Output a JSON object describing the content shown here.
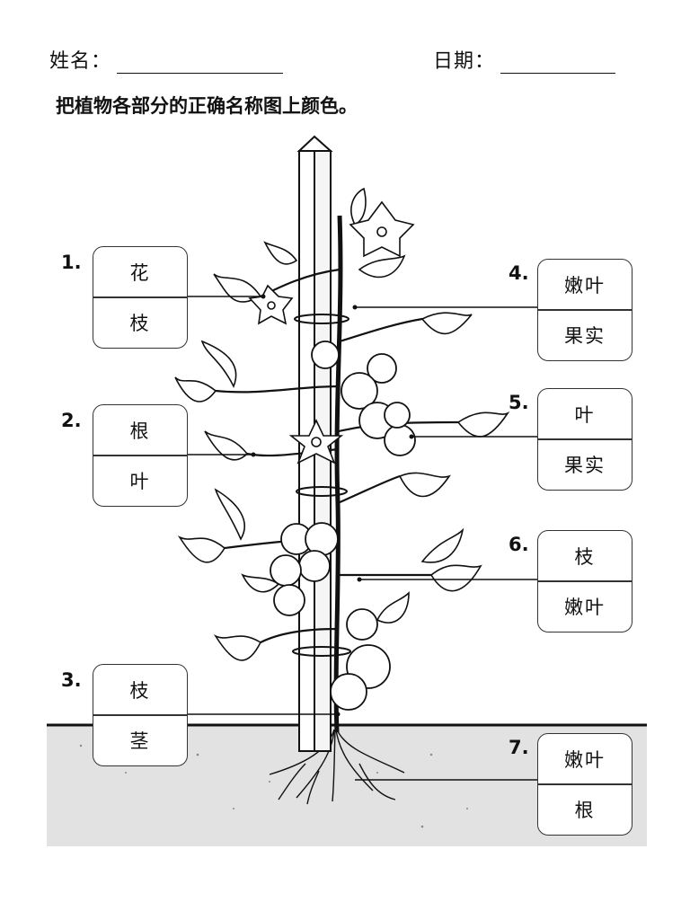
{
  "header": {
    "name_label": "姓名：",
    "date_label": "日期："
  },
  "instruction": "把植物各部分的正确名称图上颜色。",
  "labels": [
    {
      "number": "1.",
      "options": [
        "花",
        "枝"
      ]
    },
    {
      "number": "2.",
      "options": [
        "根",
        "叶"
      ]
    },
    {
      "number": "3.",
      "options": [
        "枝",
        "茎"
      ]
    },
    {
      "number": "4.",
      "options": [
        "嫩叶",
        "果实"
      ]
    },
    {
      "number": "5.",
      "options": [
        "叶",
        "果实"
      ]
    },
    {
      "number": "6.",
      "options": [
        "枝",
        "嫩叶"
      ]
    },
    {
      "number": "7.",
      "options": [
        "嫩叶",
        "根"
      ]
    }
  ]
}
